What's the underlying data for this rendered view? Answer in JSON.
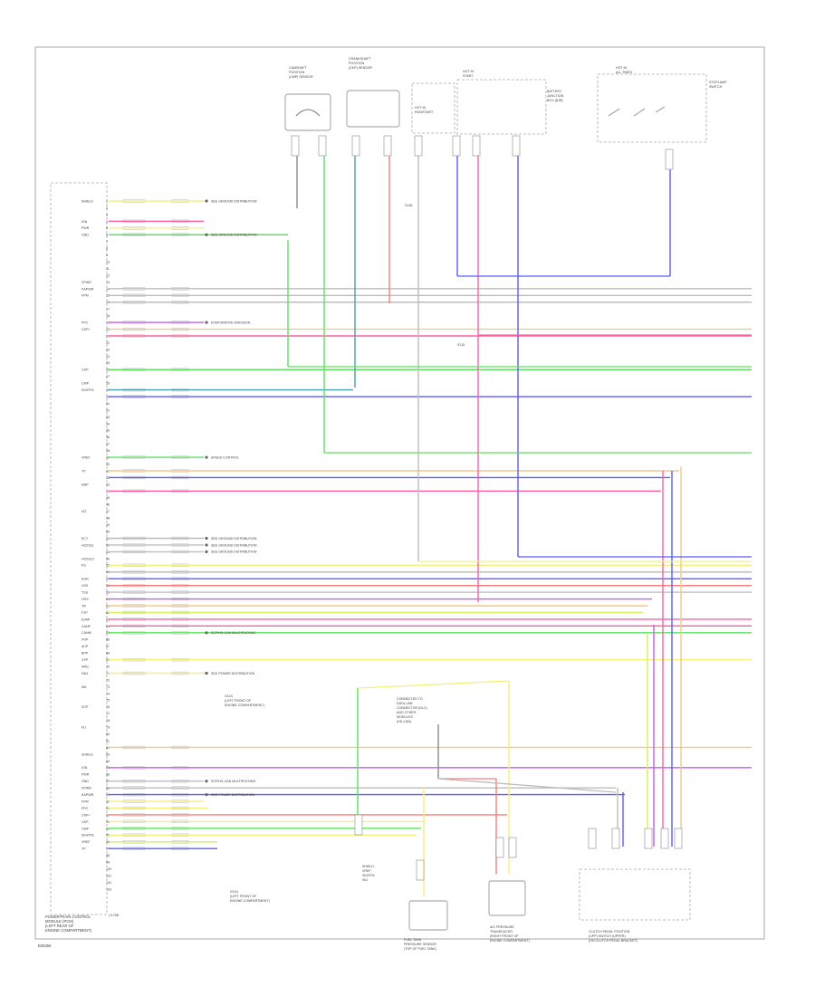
{
  "labels": {
    "module": [
      "POWERTRAIN CONTROL",
      "MODULE (PCM)",
      "(LEFT REAR OF",
      "ENGINE COMPARTMENT)"
    ],
    "connector": "C175B",
    "figure_code": "B36256",
    "tank_module": [
      "FUEL TANK",
      "PRESSURE SENSOR",
      "(TOP OF FUEL TANK)"
    ],
    "pressure_switch": [
      "A/C PRESSURE",
      "TRANSDUCER",
      "(RIGHT FRONT OF",
      "ENGINE COMPARTMENT)"
    ],
    "brake_switch": [
      "CLUTCH PEDAL POSITION",
      "(CPP) SWITCH (UPPER)",
      "(ON CLUTCH PEDAL BRACKET)"
    ],
    "top_left_a": [
      "CAMSHAFT",
      "POSITION",
      "(CMP) SENSOR"
    ],
    "top_left_b": [
      "CRANKSHAFT",
      "POSITION",
      "(CKP) SENSOR"
    ],
    "top_mid_a": [
      "HOT IN",
      "RUN/START"
    ],
    "top_mid_b": [
      "HOT IN",
      "START"
    ],
    "top_right": [
      "HOT IN",
      "ALL TIMES"
    ],
    "fuse_label": [
      "BATTERY",
      "JUNCTION",
      "BOX (BJB)"
    ],
    "stop_lamp": [
      "STOPLAMP",
      "SWITCH"
    ],
    "splice_top": "S138",
    "splice_mid": "S115",
    "center_note": [
      "CONNECTED TO",
      "DATA LINK",
      "CONNECTOR (DLC)",
      "AND OTHER",
      "MODULES",
      "(HS-CAN)"
    ],
    "ground_a": [
      "G104",
      "(LEFT FRONT OF",
      "ENGINE COMPARTMENT)"
    ],
    "ground_b": [
      "G104",
      "(LEFT FRONT OF",
      "ENGINE COMPARTMENT)"
    ],
    "sub_labels": [
      "SHIELD",
      "VREF",
      "SIGRTN",
      "SIG"
    ]
  },
  "notes": [
    "SEE GROUND DISTRIBUTION",
    "SEE GROUND DISTRIBUTION",
    "EVAPORATIVE EMISSION",
    "SPEED CONTROL",
    "SEE GROUND DISTRIBUTION",
    "SEE GROUND DISTRIBUTION",
    "SEE GROUND DISTRIBUTION",
    "SCP/HS-CAN MULTIPLEXING",
    "SEE POWER DISTRIBUTION",
    "SCP/HS-CAN MULTIPLEXING",
    "SEE POWER DISTRIBUTION"
  ],
  "pins": [
    "1",
    "2",
    "3",
    "4",
    "5",
    "6",
    "7",
    "8",
    "9",
    "10",
    "11",
    "12",
    "13",
    "14",
    "15",
    "16",
    "17",
    "18",
    "19",
    "20",
    "21",
    "22",
    "23",
    "24",
    "25",
    "26",
    "27",
    "28",
    "29",
    "30",
    "31",
    "32",
    "33",
    "34",
    "35",
    "36",
    "37",
    "38",
    "39",
    "40",
    "41",
    "42",
    "43",
    "44",
    "45",
    "46",
    "47",
    "48",
    "49",
    "50",
    "51",
    "52",
    "53",
    "54",
    "55",
    "56",
    "57",
    "58",
    "59",
    "60",
    "61",
    "62",
    "63",
    "64",
    "65",
    "66",
    "67",
    "68",
    "69",
    "70",
    "71",
    "72",
    "73",
    "74",
    "75",
    "76",
    "77",
    "78",
    "79",
    "80",
    "81",
    "82",
    "83",
    "84",
    "85",
    "86",
    "87",
    "88",
    "89",
    "90",
    "91",
    "92",
    "93",
    "94",
    "95",
    "96",
    "97",
    "98",
    "99",
    "100",
    "101",
    "102",
    "103",
    "104"
  ],
  "pin_names": [
    "SHIELD",
    "IGN",
    "PWR",
    "GND",
    "VPWR",
    "KAPWR",
    "FPM",
    "FPC",
    "CKP+",
    "CKP-",
    "CMP",
    "SIGRTN",
    "VREF",
    "TP",
    "MAP",
    "IAT",
    "ECT",
    "HO2S11",
    "HO2S12",
    "KS",
    "EGR",
    "VSS",
    "TSS",
    "OSS",
    "TR",
    "FTP",
    "EVAP",
    "CANP",
    "CANM",
    "PSP",
    "ACP",
    "BPP",
    "CPP",
    "WAC",
    "FAN",
    "MIL",
    "SCP",
    "FLI"
  ],
  "wire_colors": {
    "yellow": "#f4f07c",
    "pink": "#ff5fa2",
    "green": "#5ee05e",
    "blue": "#5b5bff",
    "gray": "#bdbdbd",
    "orange": "#f3c98b",
    "red": "#ff7b7b",
    "violet": "#c45ef0",
    "teal": "#4aa0a8",
    "dark": "#8a8a8a",
    "lime": "#d6f05e"
  }
}
